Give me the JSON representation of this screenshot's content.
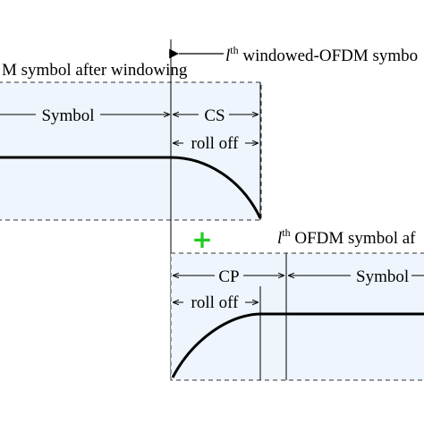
{
  "top": {
    "left_caption": "M symbol after windowing",
    "right_caption_prefix": "l",
    "right_caption_sup": "th",
    "right_caption_text": " windowed-OFDM symbo",
    "symbol_label": "Symbol",
    "cs_label": "CS",
    "rolloff_label": "roll off"
  },
  "plus": {
    "glyph": "+",
    "color": "#22cc22"
  },
  "bottom": {
    "caption_prefix": "l",
    "caption_sup": "th",
    "caption_text": " OFDM symbol af",
    "cp_label": "CP",
    "symbol_label": "Symbol",
    "rolloff_label": "roll off"
  },
  "colors": {
    "fill": "#eef5fc",
    "stroke": "#000000",
    "dash": "#333333"
  }
}
